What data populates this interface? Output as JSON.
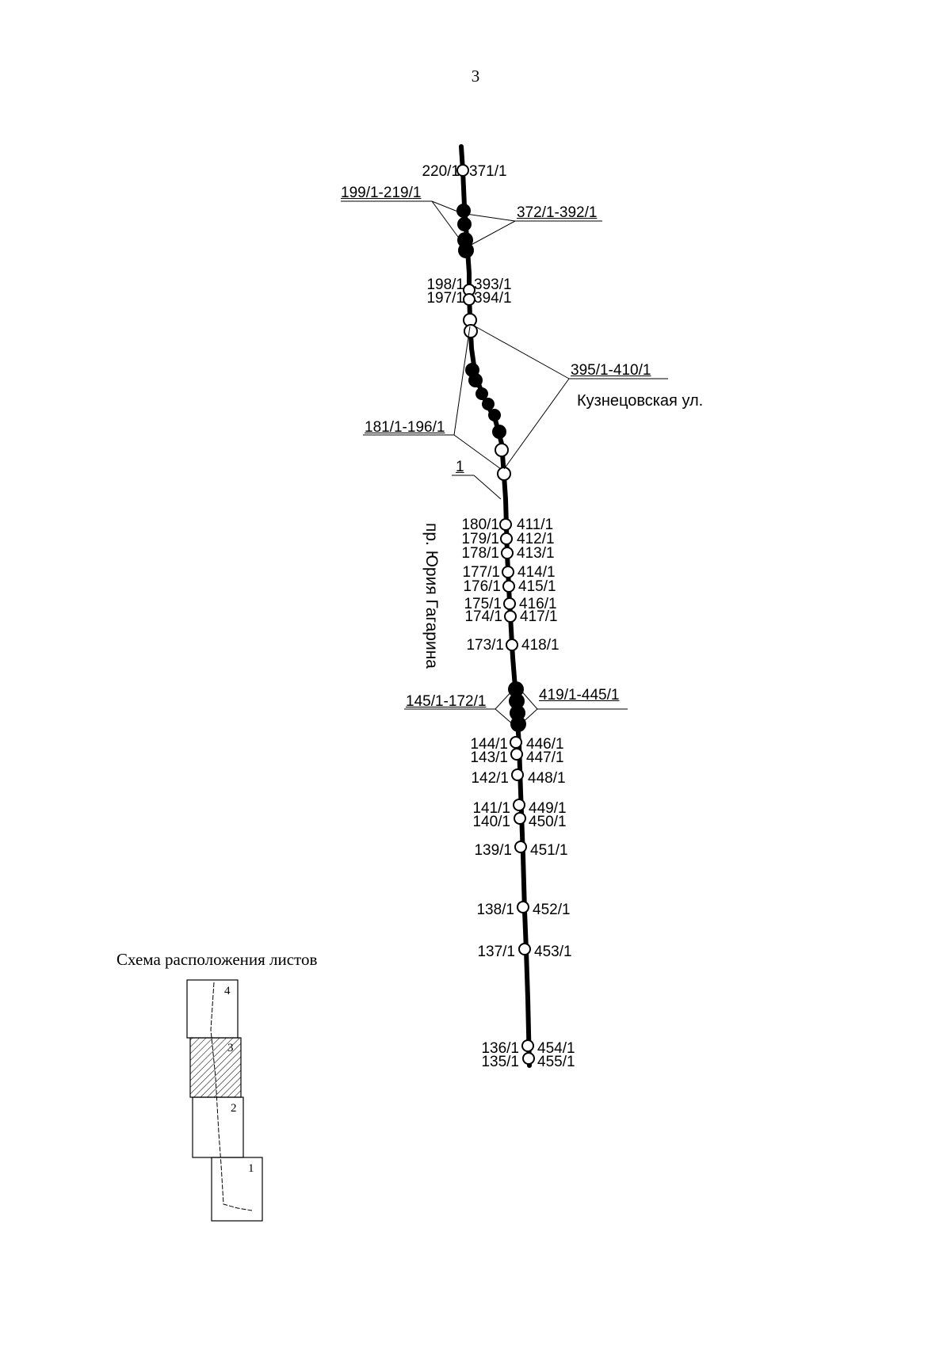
{
  "page_number": "3",
  "street_vertical": "пр. Юрия Гагарина",
  "street_horizontal": "Кузнецовская ул.",
  "line_marker": "1",
  "group_labels": {
    "g1": "199/1-219/1",
    "g2": "372/1-392/1",
    "g3": "395/1-410/1",
    "g4": "181/1-196/1",
    "g5": "145/1-172/1",
    "g6": "419/1-445/1"
  },
  "point_pairs": [
    {
      "left": "220/1",
      "right": "371/1"
    },
    {
      "left": "198/1",
      "right": "393/1"
    },
    {
      "left": "197/1",
      "right": "394/1"
    },
    {
      "left": "180/1",
      "right": "411/1"
    },
    {
      "left": "179/1",
      "right": "412/1"
    },
    {
      "left": "178/1",
      "right": "413/1"
    },
    {
      "left": "177/1",
      "right": "414/1"
    },
    {
      "left": "176/1",
      "right": "415/1"
    },
    {
      "left": "175/1",
      "right": "416/1"
    },
    {
      "left": "174/1",
      "right": "417/1"
    },
    {
      "left": "173/1",
      "right": "418/1"
    },
    {
      "left": "144/1",
      "right": "446/1"
    },
    {
      "left": "143/1",
      "right": "447/1"
    },
    {
      "left": "142/1",
      "right": "448/1"
    },
    {
      "left": "141/1",
      "right": "449/1"
    },
    {
      "left": "140/1",
      "right": "450/1"
    },
    {
      "left": "139/1",
      "right": "451/1"
    },
    {
      "left": "138/1",
      "right": "452/1"
    },
    {
      "left": "137/1",
      "right": "453/1"
    },
    {
      "left": "136/1",
      "right": "454/1"
    },
    {
      "left": "135/1",
      "right": "455/1"
    }
  ],
  "key": {
    "title": "Схема расположения листов",
    "sheets": [
      "1",
      "2",
      "3",
      "4"
    ],
    "current_sheet": "3"
  }
}
